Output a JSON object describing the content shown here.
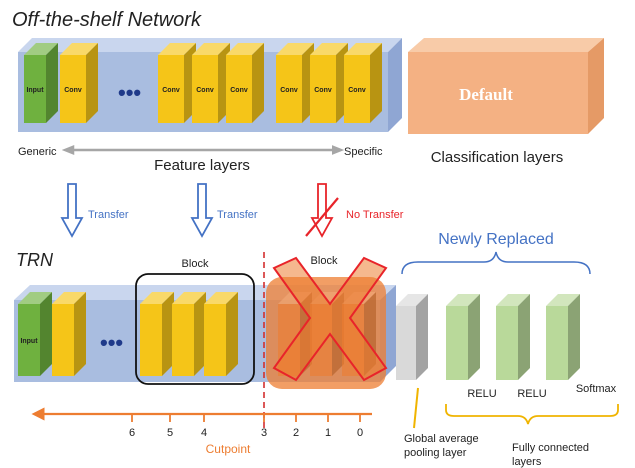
{
  "title_top": "Off-the-shelf Network",
  "title_trn": "TRN",
  "top": {
    "input_label": "Input",
    "conv_label": "Conv",
    "ellipsis": "•••",
    "default_label": "Default",
    "generic": "Generic",
    "specific": "Specific",
    "feature_layers": "Feature layers",
    "classification_layers": "Classification layers"
  },
  "transfer": {
    "transfer1": "Transfer",
    "transfer2": "Transfer",
    "no_transfer": "No Transfer"
  },
  "trn": {
    "input_label": "Input",
    "ellipsis": "•••",
    "block1": "Block",
    "block2": "Block",
    "newly_replaced": "Newly Replaced",
    "relu1": "RELU",
    "relu2": "RELU",
    "softmax": "Softmax",
    "gap_line1": "Global average",
    "gap_line2": "pooling layer",
    "fc_line1": "Fully connected",
    "fc_line2": "layers"
  },
  "cutpoint": {
    "label": "Cutpoint",
    "ticks": [
      "6",
      "5",
      "4",
      "3",
      "2",
      "1",
      "0"
    ]
  },
  "colors": {
    "panel_blue": "#a9bde0",
    "conv_yellow": "#f5c518",
    "input_green": "#6fb13f",
    "fc_green": "#b9d99a",
    "default_orange": "#f4b183",
    "block_orange": "#ed7d31",
    "cross_red": "#e8242a",
    "arrow_blue": "#4472c4",
    "cutpoint_orange": "#ed7d31",
    "brace_gold": "#f0b400"
  }
}
